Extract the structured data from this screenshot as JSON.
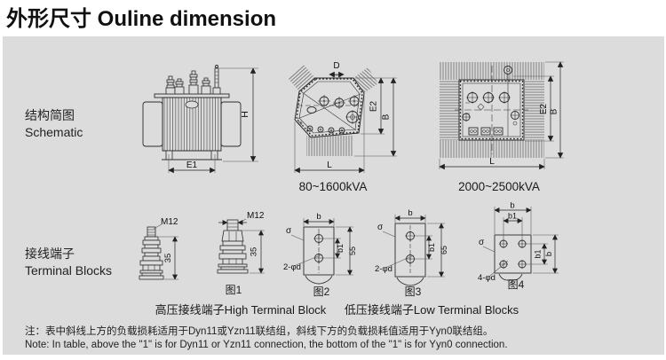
{
  "title": "外形尺寸 Ouline dimension",
  "colors": {
    "panel_bg": "#dcdcdc",
    "ink": "#1c1c1c",
    "line_art": "#2b2b2b"
  },
  "rows": {
    "schematic": {
      "zh": "结构简图",
      "en": "Schematic"
    },
    "terminal": {
      "zh": "接线端子",
      "en": "Terminal Blocks"
    }
  },
  "schematic": {
    "side_view": {
      "H": "H",
      "E1": "E1"
    },
    "top_small": {
      "D": "D",
      "E2": "E2",
      "B": "B",
      "L": "L",
      "caption": "80~1600kVA"
    },
    "top_large": {
      "E2": "E2",
      "B": "B",
      "L": "L",
      "caption": "2000~2500kVA"
    }
  },
  "terminals": {
    "fig1": {
      "caption": "图1",
      "thread1": "M12",
      "len1": "35",
      "thread2": "M12",
      "len2": "35"
    },
    "fig2": {
      "caption": "图2",
      "b": "b",
      "b1": "b1",
      "h": "55",
      "sigma": "σ",
      "holes": "2-φd"
    },
    "fig3": {
      "caption": "图3",
      "b": "b",
      "b1": "b1",
      "h": "65",
      "sigma": "σ",
      "holes": "2-φd"
    },
    "fig4": {
      "caption": "图4",
      "b_top": "b",
      "b1_top": "b1",
      "b1_right": "b1",
      "b_right": "b",
      "sigma": "σ",
      "holes": "4-φd"
    },
    "high_label": "高压接线端子High Terminal Block",
    "low_label": "低压接线端子Low Terminal Blocks"
  },
  "note": {
    "zh": "注：表中斜线上方的负载损耗适用于Dyn11或Yzn11联结组，斜线下方的负载损耗值适用于Yyn0联结组。",
    "en": "Note: In table, above the \"1\" is for Dyn11 or Yzn11 connection, the bottom of the \"1\" is for Yyn0 connection."
  }
}
